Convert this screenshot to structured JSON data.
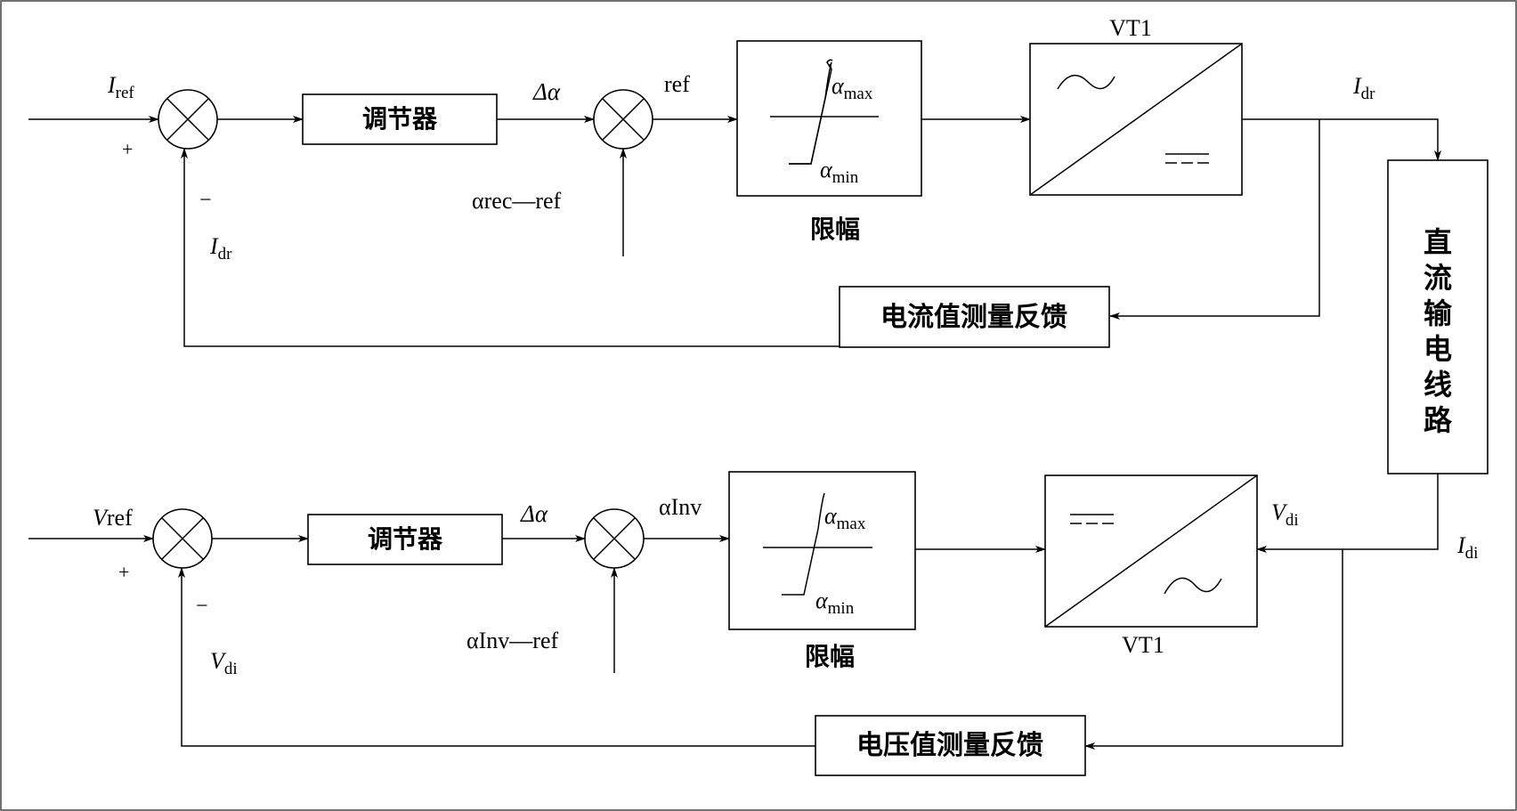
{
  "top_loop": {
    "input": {
      "main": "I",
      "sub": "ref"
    },
    "plus_sign": "+",
    "minus_sign": "−",
    "feedback": {
      "main": "I",
      "sub": "dr"
    },
    "regulator": "调节器",
    "delta_alpha": "Δα",
    "ref_label": "ref",
    "ref_input": "αrec—ref",
    "limiter": {
      "alpha": "α",
      "max_sub": "max",
      "min_sub": "min",
      "caption": "限幅"
    },
    "converter": {
      "label": "VT1",
      "ac_symbol": "~",
      "dc_symbol": "="
    },
    "output": {
      "main": "I",
      "sub": "dr"
    },
    "measurement": "电流值测量反馈"
  },
  "dc_line": {
    "label": [
      "直",
      "流",
      "输",
      "电",
      "线",
      "路"
    ]
  },
  "bottom_loop": {
    "input": {
      "main": "V",
      "suffix": "ref"
    },
    "plus_sign": "+",
    "minus_sign": "−",
    "feedback": {
      "main": "V",
      "sub": "di"
    },
    "regulator": "调节器",
    "delta_alpha": "Δα",
    "ref_label": "αInv",
    "ref_input": "αInv—ref",
    "limiter": {
      "alpha": "α",
      "max_sub": "max",
      "min_sub": "min",
      "caption": "限幅"
    },
    "converter": {
      "label": "VT1",
      "ac_symbol": "~",
      "dc_symbol": "="
    },
    "voltage": {
      "main": "V",
      "sub": "di"
    },
    "current": {
      "main": "I",
      "sub": "di"
    },
    "measurement": "电压值测量反馈"
  }
}
